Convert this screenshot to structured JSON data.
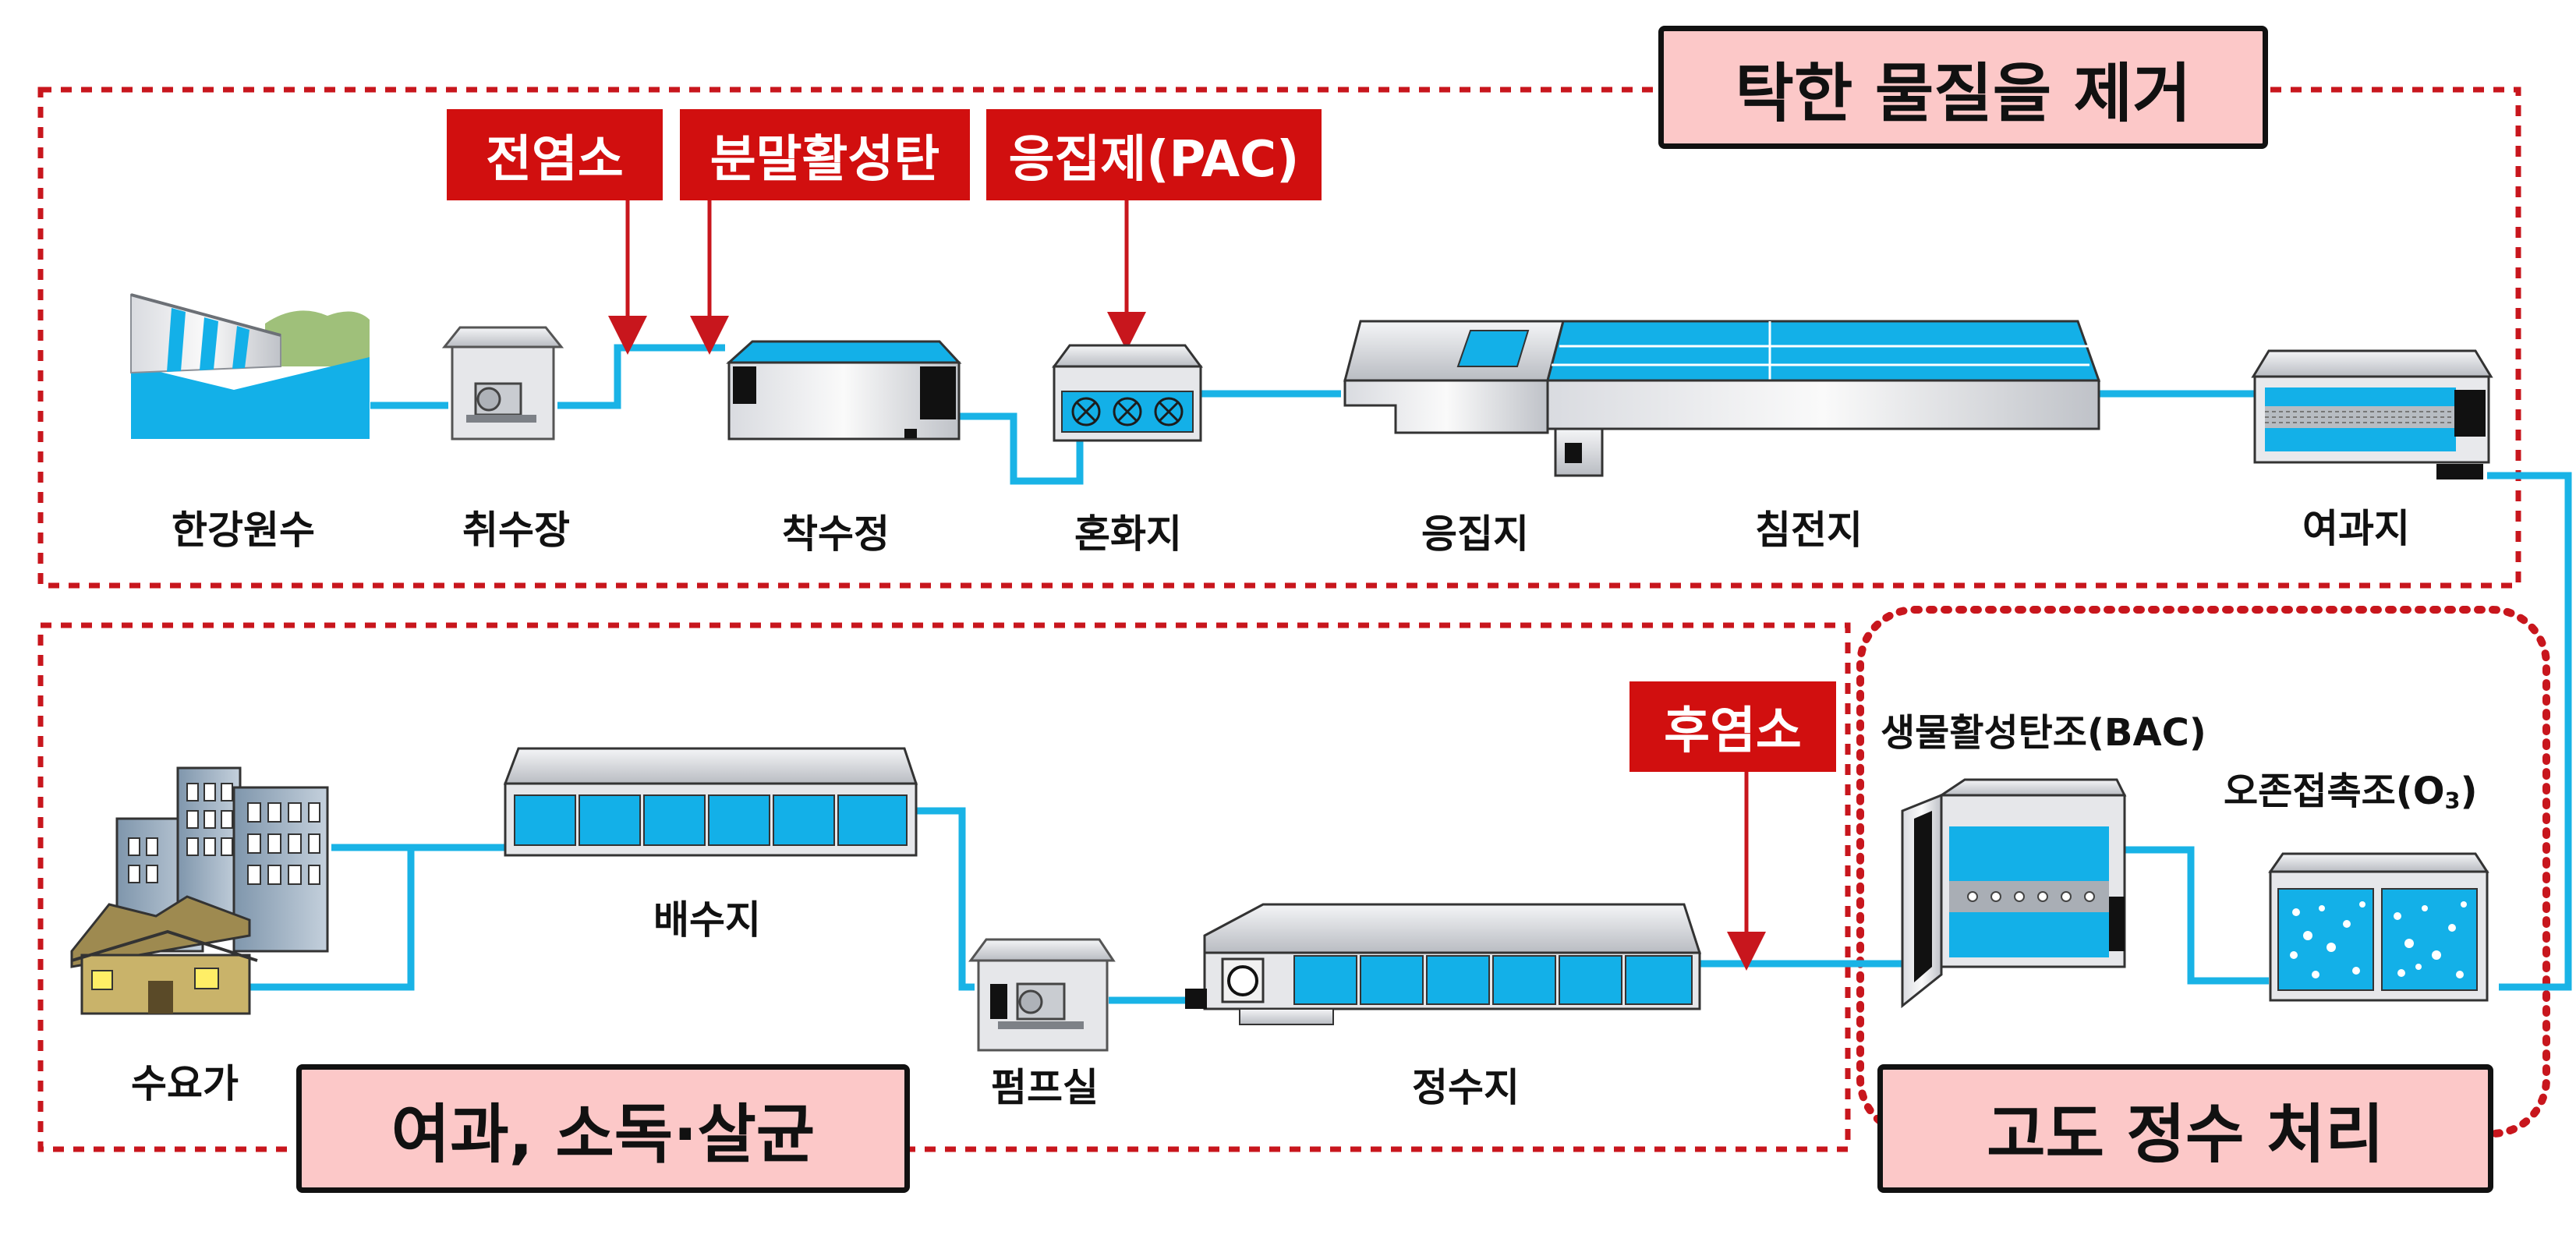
{
  "zones": {
    "top": {
      "title": "탁한 물질을 제거"
    },
    "bottom_left": {
      "title": "여과, 소독·살균"
    },
    "bottom_right": {
      "title": "고도 정수 처리"
    }
  },
  "chemicals": {
    "pre_chlorination": "전염소",
    "powdered_activated_carbon": "분말활성탄",
    "coagulant": "응집제(PAC)",
    "post_chlorination": "후염소"
  },
  "stages": {
    "raw_water": "한강원수",
    "intake": "취수장",
    "receiving_well": "착수정",
    "mixing_basin": "혼화지",
    "flocculation_basin": "응집지",
    "sedimentation_basin": "침전지",
    "filter_basin": "여과지",
    "bac": "생물활성탄조(BAC)",
    "ozone_prefix": "오존접촉조(O",
    "ozone_sub": "3",
    "ozone_suffix": ")",
    "clearwell": "정수지",
    "pump_room": "펌프실",
    "distribution_reservoir": "배수지",
    "consumer": "수요가"
  },
  "colors": {
    "zone_border": "#c8161d",
    "zone_title_fill": "#fcc8c8",
    "chemical_tag": "#d10f0f",
    "pipe": "#19b3e6",
    "water": "#13b0e8",
    "equipment_body": "#e4e6ea"
  }
}
